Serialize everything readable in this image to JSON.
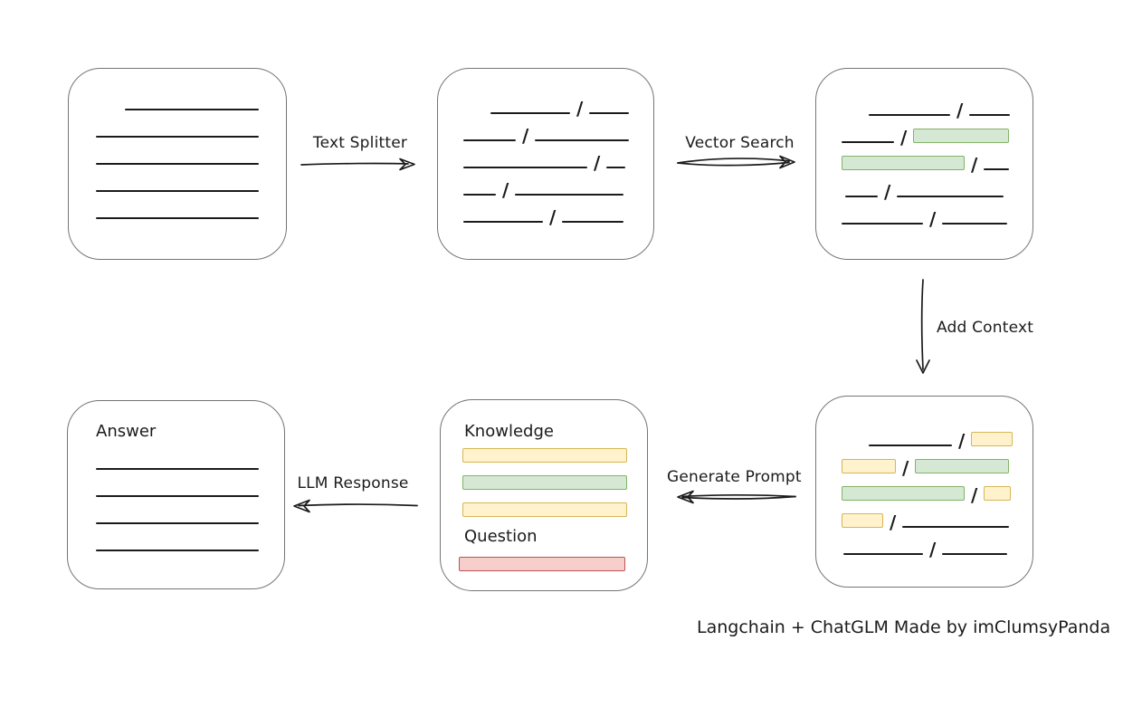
{
  "footer": {
    "text": "Langchain + ChatGLM Made by imClumsyPanda"
  },
  "arrows": {
    "text_splitter": {
      "label": "Text Splitter",
      "direction": "right"
    },
    "vector_search": {
      "label": "Vector Search",
      "direction": "right"
    },
    "add_context": {
      "label": "Add Context",
      "direction": "down"
    },
    "generate_prompt": {
      "label": "Generate Prompt",
      "direction": "left"
    },
    "llm_response": {
      "label": "LLM Response",
      "direction": "left"
    }
  },
  "colors": {
    "line": "#1b1b1b",
    "box_border": "#757575",
    "green_fill": "#d5e8d4",
    "green_border": "#82b366",
    "yellow_fill": "#fff2cc",
    "yellow_border": "#d6b656",
    "red_fill": "#f8cecc",
    "red_border": "#b85450"
  },
  "boxes": {
    "source_document": {
      "rows": [
        {
          "indent": 32,
          "segs": [
            {
              "kind": "line",
              "w": 148
            }
          ]
        },
        {
          "segs": [
            {
              "kind": "line",
              "w": 180
            }
          ]
        },
        {
          "segs": [
            {
              "kind": "line",
              "w": 180
            }
          ]
        },
        {
          "segs": [
            {
              "kind": "line",
              "w": 180
            }
          ]
        },
        {
          "segs": [
            {
              "kind": "line",
              "w": 180
            }
          ]
        }
      ]
    },
    "split_chunks": {
      "rows": [
        {
          "indent": 30,
          "segs": [
            {
              "kind": "line",
              "w": 88
            },
            {
              "kind": "slash"
            },
            {
              "kind": "line",
              "w": 44
            }
          ]
        },
        {
          "segs": [
            {
              "kind": "line",
              "w": 58
            },
            {
              "kind": "slash"
            },
            {
              "kind": "line",
              "w": 104
            }
          ]
        },
        {
          "segs": [
            {
              "kind": "line",
              "w": 137
            },
            {
              "kind": "slash"
            },
            {
              "kind": "line",
              "w": 21
            }
          ]
        },
        {
          "segs": [
            {
              "kind": "line",
              "w": 36
            },
            {
              "kind": "slash"
            },
            {
              "kind": "line",
              "w": 120
            }
          ]
        },
        {
          "segs": [
            {
              "kind": "line",
              "w": 88
            },
            {
              "kind": "slash"
            },
            {
              "kind": "line",
              "w": 68
            }
          ]
        }
      ]
    },
    "vector_matched": {
      "rows": [
        {
          "indent": 30,
          "segs": [
            {
              "kind": "line",
              "w": 90
            },
            {
              "kind": "slash"
            },
            {
              "kind": "line",
              "w": 45
            }
          ]
        },
        {
          "segs": [
            {
              "kind": "line",
              "w": 58
            },
            {
              "kind": "slash"
            },
            {
              "kind": "green",
              "w": 106
            }
          ]
        },
        {
          "segs": [
            {
              "kind": "green",
              "w": 136
            },
            {
              "kind": "slash"
            },
            {
              "kind": "line",
              "w": 28
            }
          ]
        },
        {
          "indent": 4,
          "segs": [
            {
              "kind": "line",
              "w": 36
            },
            {
              "kind": "slash"
            },
            {
              "kind": "line",
              "w": 118
            }
          ]
        },
        {
          "segs": [
            {
              "kind": "line",
              "w": 90
            },
            {
              "kind": "slash"
            },
            {
              "kind": "line",
              "w": 72
            }
          ]
        }
      ]
    },
    "context_added": {
      "rows": [
        {
          "indent": 30,
          "segs": [
            {
              "kind": "line",
              "w": 92
            },
            {
              "kind": "slash"
            },
            {
              "kind": "yellow",
              "w": 46
            }
          ]
        },
        {
          "segs": [
            {
              "kind": "yellow",
              "w": 60
            },
            {
              "kind": "slash"
            },
            {
              "kind": "green",
              "w": 104
            }
          ]
        },
        {
          "segs": [
            {
              "kind": "green",
              "w": 136
            },
            {
              "kind": "slash"
            },
            {
              "kind": "yellow",
              "w": 30
            }
          ]
        },
        {
          "segs": [
            {
              "kind": "yellow",
              "w": 46
            },
            {
              "kind": "slash"
            },
            {
              "kind": "line",
              "w": 118
            }
          ]
        },
        {
          "indent": 2,
          "segs": [
            {
              "kind": "line",
              "w": 88
            },
            {
              "kind": "slash"
            },
            {
              "kind": "line",
              "w": 72
            }
          ]
        }
      ]
    },
    "prompt": {
      "knowledge_label": "Knowledge",
      "question_label": "Question",
      "knowledge_rows": [
        {
          "segs": [
            {
              "kind": "yellow",
              "w": 182
            }
          ]
        },
        {
          "segs": [
            {
              "kind": "green",
              "w": 182
            }
          ]
        },
        {
          "segs": [
            {
              "kind": "yellow",
              "w": 182
            }
          ]
        }
      ],
      "question_rows": [
        {
          "segs": [
            {
              "kind": "red",
              "w": 184
            }
          ]
        }
      ]
    },
    "answer": {
      "label": "Answer",
      "rows": [
        {
          "segs": [
            {
              "kind": "line",
              "w": 180
            }
          ]
        },
        {
          "segs": [
            {
              "kind": "line",
              "w": 180
            }
          ]
        },
        {
          "segs": [
            {
              "kind": "line",
              "w": 180
            }
          ]
        },
        {
          "segs": [
            {
              "kind": "line",
              "w": 180
            }
          ]
        }
      ]
    }
  }
}
